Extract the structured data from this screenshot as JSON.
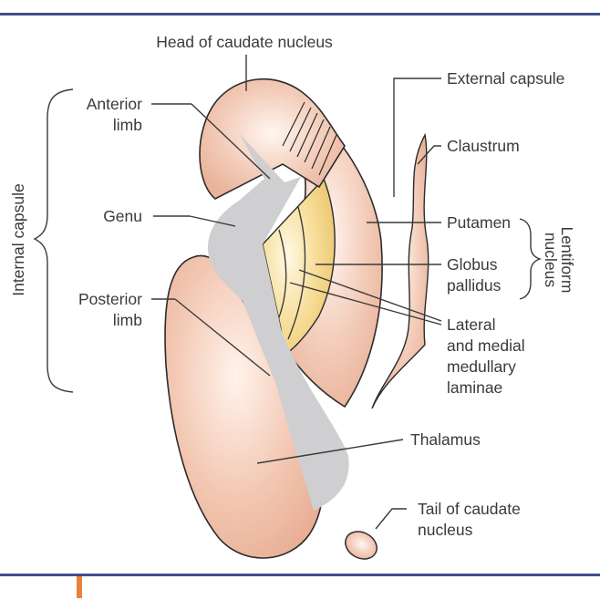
{
  "labels": {
    "head_caudate": "Head of caudate nucleus",
    "anterior_limb_1": "Anterior",
    "anterior_limb_2": "limb",
    "genu": "Genu",
    "posterior_limb_1": "Posterior",
    "posterior_limb_2": "limb",
    "internal_capsule": "Internal capsule",
    "external_capsule": "External capsule",
    "claustrum": "Claustrum",
    "putamen": "Putamen",
    "globus_1": "Globus",
    "globus_2": "pallidus",
    "lentiform_1": "Lentiform",
    "lentiform_2": "nucleus",
    "laminae_1": "Lateral",
    "laminae_2": "and medial",
    "laminae_3": "medullary",
    "laminae_4": "laminae",
    "thalamus": "Thalamus",
    "tail_1": "Tail of caudate",
    "tail_2": "nucleus"
  },
  "colors": {
    "tissue_pink": "#f1c4ad",
    "capsule_gray": "#cfcfd1",
    "globus_yellow": "#f0cf7c",
    "outline": "#2b2b2b",
    "frame_blue": "#3f4e8c",
    "accent_orange": "#e8823c"
  }
}
